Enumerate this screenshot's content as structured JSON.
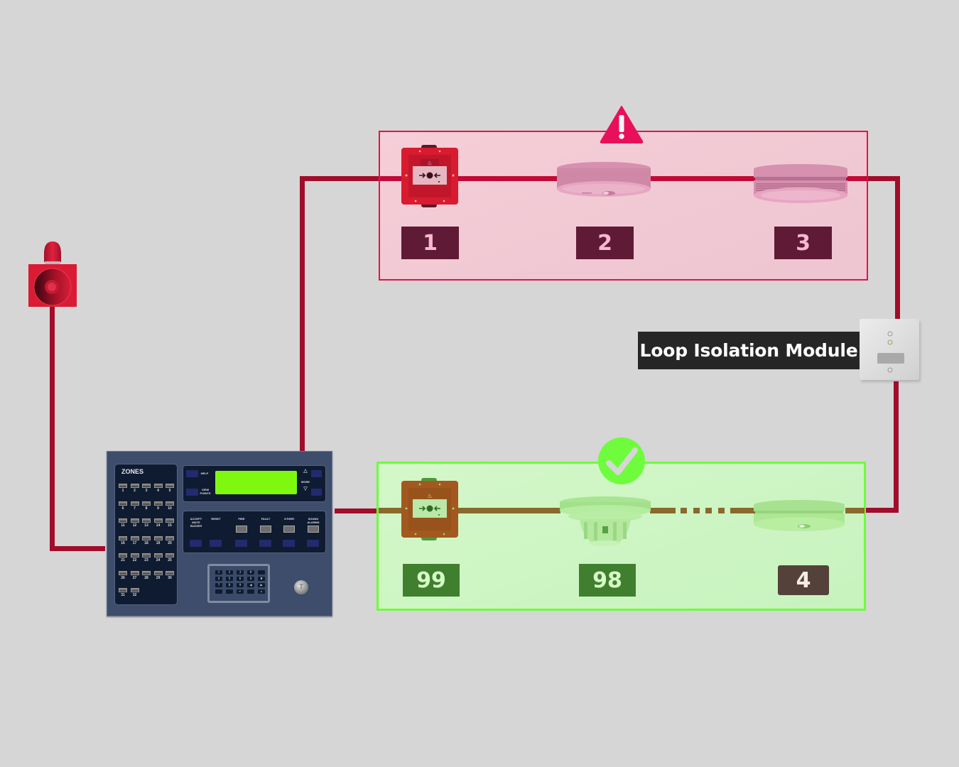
{
  "diagram": {
    "title": "Loop Isolation Module",
    "colors": {
      "background": "#d6d6d6",
      "loop_wire": "#a10d2b",
      "fault_zone_border": "#e8104f",
      "fault_zone_fill": "#f6cdd8",
      "ok_zone_border": "#6efc3d",
      "ok_zone_fill": "#d0f8c4",
      "isolated_wire": "#8a6a2c",
      "fault_tag": "#5f1a36",
      "ok_tag": "#3f7f2e",
      "lcd": "#7ff80f"
    },
    "fault_zone": {
      "status_icon": "warning-triangle-icon",
      "status": "fault",
      "devices": [
        {
          "type": "manual-call-point",
          "label": "1"
        },
        {
          "type": "optical-smoke-detector",
          "label": "2"
        },
        {
          "type": "smoke-detector-vented",
          "label": "3"
        }
      ]
    },
    "ok_zone": {
      "status_icon": "check-circle-icon",
      "status": "ok",
      "devices": [
        {
          "type": "manual-call-point",
          "label": "99"
        },
        {
          "type": "heat-detector",
          "label": "98"
        },
        {
          "type": "optical-smoke-detector",
          "label": "4"
        }
      ]
    },
    "isolator": {
      "label": "Loop Isolation Module",
      "icon": "isolator-module-icon"
    },
    "sounder": {
      "icon": "sounder-beacon-icon"
    },
    "panel": {
      "zones_title": "ZONES",
      "zone_numbers": [
        "1",
        "2",
        "3",
        "4",
        "5",
        "6",
        "7",
        "8",
        "9",
        "10",
        "11",
        "12",
        "13",
        "14",
        "15",
        "16",
        "17",
        "18",
        "19",
        "20",
        "21",
        "22",
        "23",
        "24",
        "25",
        "26",
        "27",
        "28",
        "29",
        "30",
        "31",
        "32"
      ],
      "help_label": "HELP",
      "view_points_label": "VIEW POINTS",
      "more_label": "MORE",
      "control_labels": [
        "ACCEPT MUTE BUZZER",
        "RESET",
        "FIRE",
        "FAULT",
        "OTHER",
        "SOUND ALARMS"
      ],
      "keypad_keys": [
        "1",
        "2",
        "3",
        "#",
        "",
        "4",
        "5",
        "6",
        "0",
        "▼",
        "7",
        "8",
        "9",
        "◀",
        "▶",
        "",
        "",
        "↵",
        "",
        "⌂"
      ],
      "keyswitch_glyph": "T"
    }
  }
}
